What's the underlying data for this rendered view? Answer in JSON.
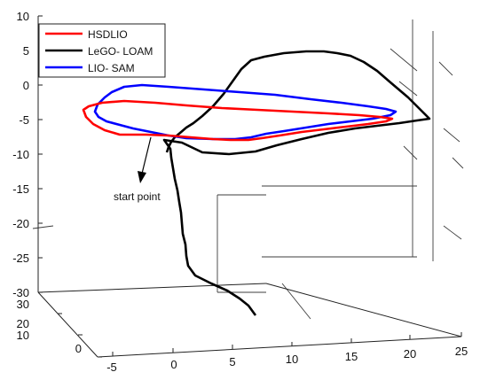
{
  "chart_data": {
    "type": "line",
    "title": "",
    "xlabel": "",
    "ylabel": "",
    "zlabel": "",
    "projection": "3d",
    "grid": true,
    "legend_position": "top-left",
    "x_axis": {
      "ticks": [
        "-5",
        "0",
        "5",
        "10",
        "15",
        "20",
        "25"
      ],
      "range": [
        -5,
        25
      ]
    },
    "y_axis": {
      "ticks": [
        "0",
        "10",
        "20",
        "30"
      ],
      "range": [
        0,
        30
      ]
    },
    "z_axis": {
      "ticks": [
        "-30",
        "-25",
        "-20",
        "-15",
        "-10",
        "-5",
        "0",
        "5",
        "10"
      ],
      "range": [
        -30,
        10
      ]
    },
    "series": [
      {
        "name": "HSDLIO",
        "color": "#ff0000"
      },
      {
        "name": "LeGO- LOAM",
        "color": "#000000"
      },
      {
        "name": "LIO- SAM",
        "color": "#0000ff"
      }
    ],
    "annotations": [
      {
        "text": "start point"
      }
    ]
  }
}
